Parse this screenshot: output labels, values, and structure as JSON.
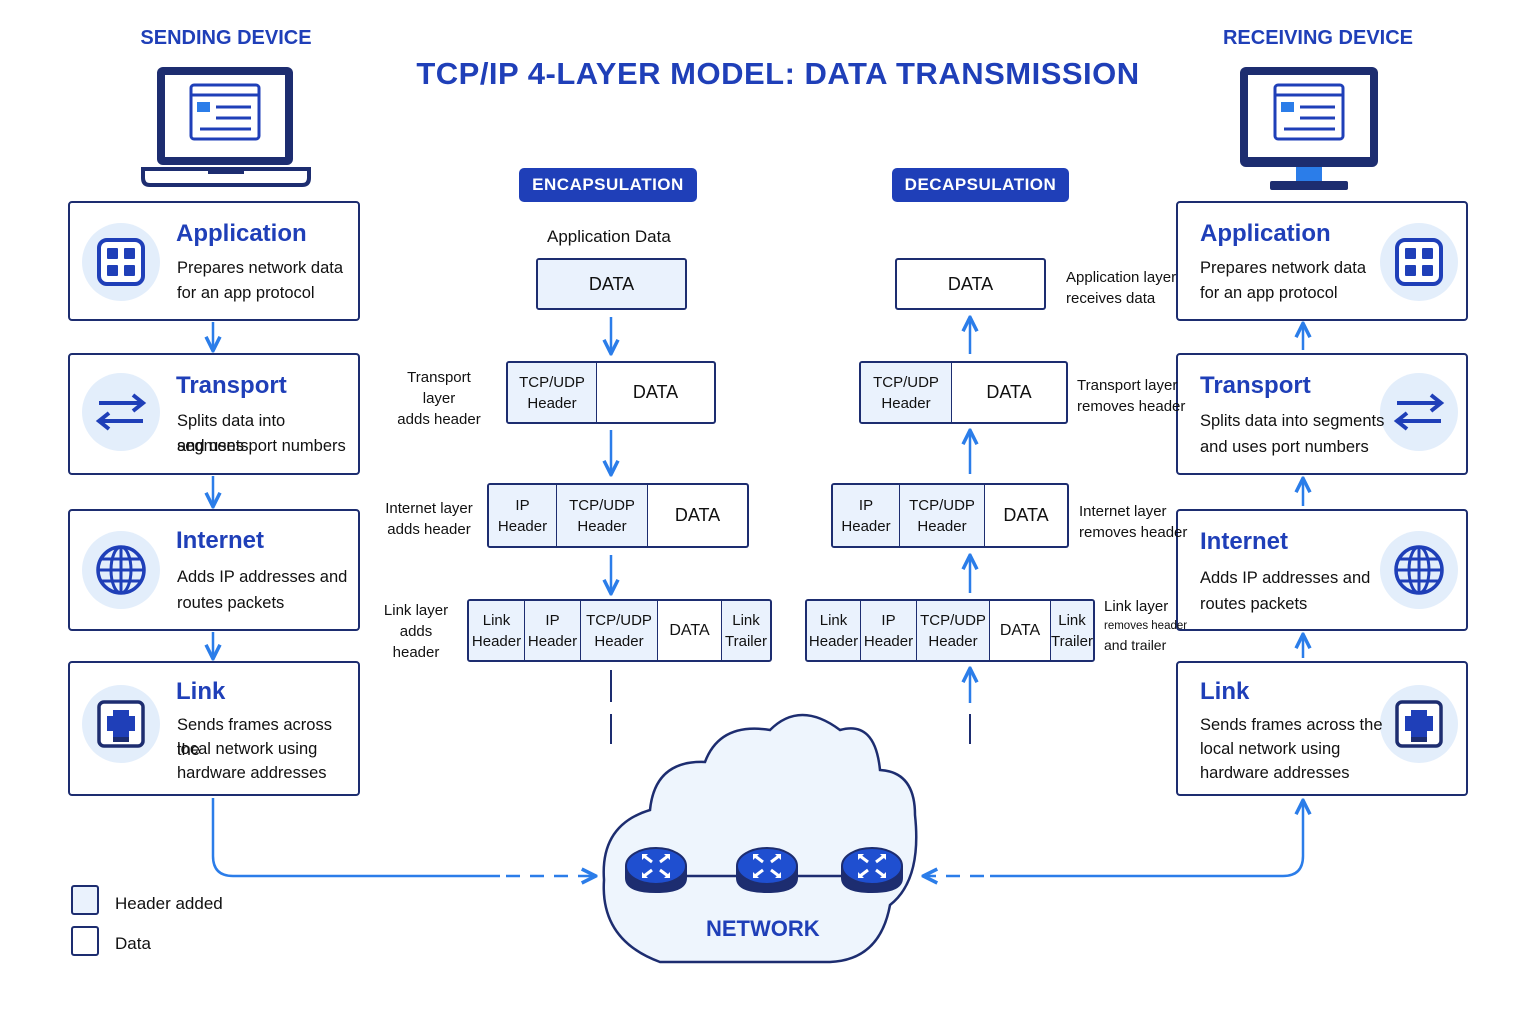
{
  "title": "TCP/IP 4-LAYER MODEL: DATA TRANSMISSION",
  "sending_device": {
    "label": "SENDING DEVICE",
    "icon": "laptop-icon"
  },
  "receiving_device": {
    "label": "RECEIVING DEVICE",
    "icon": "monitor-icon"
  },
  "colors": {
    "accent": "#1f3fb8",
    "arrow": "#2b7de9",
    "header_fill": "#eaf2fd",
    "border": "#1d2d70",
    "cloud_fill": "#eef5fd"
  },
  "layers": [
    {
      "name": "Application",
      "desc1": "Prepares network data",
      "desc2": "for an app protocol",
      "desc3": "",
      "icon": "app-grid-icon"
    },
    {
      "name": "Transport",
      "desc1": "Splits data into segments",
      "desc2": "and uses port numbers",
      "desc3": "",
      "icon": "bidirectional-arrows-icon"
    },
    {
      "name": "Internet",
      "desc1": "Adds IP addresses and",
      "desc2": "routes packets",
      "desc3": "",
      "icon": "globe-icon"
    },
    {
      "name": "Link",
      "desc1": "Sends frames across the",
      "desc2": "local network using",
      "desc3": "hardware addresses",
      "icon": "network-port-icon"
    }
  ],
  "encapsulation": {
    "label": "ENCAPSULATION",
    "top_label": "Application Data",
    "notes": {
      "transport": [
        "Transport layer",
        "adds header"
      ],
      "internet": [
        "Internet layer",
        "adds header"
      ],
      "link": [
        "Link layer",
        "adds header"
      ]
    }
  },
  "decapsulation": {
    "label": "DECAPSULATION",
    "notes": {
      "application": [
        "Application layer",
        "receives data"
      ],
      "transport": [
        "Transport layer",
        "removes header"
      ],
      "internet": [
        "Internet layer",
        "removes header"
      ],
      "link": [
        "Link layer",
        "removes header",
        "and trailer"
      ]
    }
  },
  "cells": {
    "data": "DATA",
    "tcp_udp": [
      "TCP/UDP",
      "Header"
    ],
    "ip": [
      "IP",
      "Header"
    ],
    "link_header": [
      "Link",
      "Header"
    ],
    "link_trailer": [
      "Link",
      "Trailer"
    ]
  },
  "network": {
    "label": "NETWORK",
    "router_icon": "router-icon",
    "router_count": 3
  },
  "legend": [
    {
      "label": "Header added",
      "fill": "#eaf2fd"
    },
    {
      "label": "Data",
      "fill": "#ffffff"
    }
  ]
}
